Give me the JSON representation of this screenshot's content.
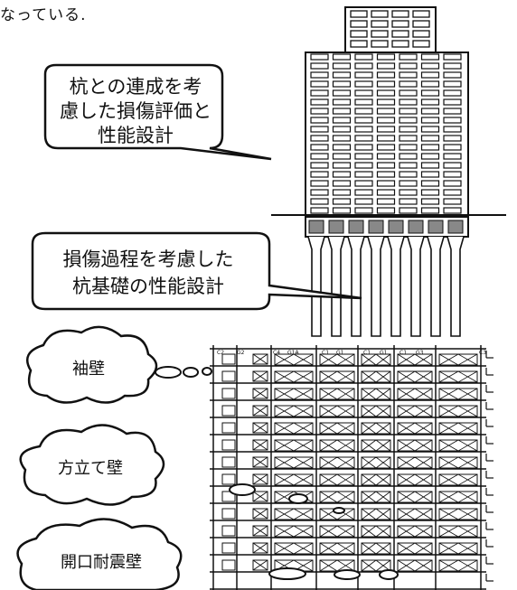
{
  "intro_text": "なっている.",
  "callouts": [
    {
      "lines": [
        "杭との連成を考",
        "慮した損傷評価と",
        "性能設計"
      ]
    },
    {
      "lines": [
        "損傷過程を考慮した",
        "杭基礎の性能設計"
      ]
    }
  ],
  "clouds": [
    {
      "label": "袖壁"
    },
    {
      "label": "方立て壁"
    },
    {
      "label": "開口耐震壁"
    }
  ],
  "frame_labels": {
    "columns": [
      "C2",
      "G2",
      "C4",
      "G1A",
      "C1",
      "G1",
      "C1",
      "G1",
      "C1",
      "G3",
      "C3"
    ]
  }
}
